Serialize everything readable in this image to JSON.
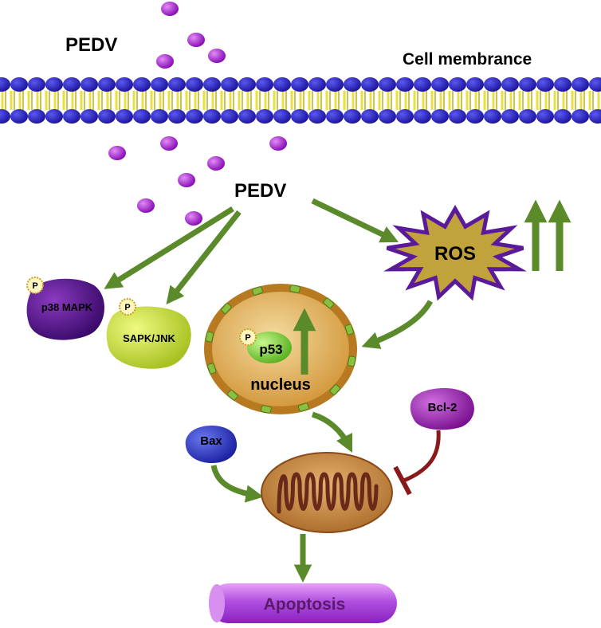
{
  "labels": {
    "pedv_top": "PEDV",
    "cell_membrane": "Cell membrance",
    "pedv_center": "PEDV",
    "ros": "ROS",
    "p38": "p38 MAPK",
    "sapk": "SAPK/JNK",
    "p53": "p53",
    "nucleus": "nucleus",
    "bcl2": "Bcl-2",
    "bax": "Bax",
    "apoptosis": "Apoptosis",
    "phospho": "P"
  },
  "colors": {
    "arrow": "#5a8a2a",
    "virus": "#a020c8",
    "membrane_head": "#2a22c8",
    "membrane_tail": "#f2ee50",
    "ros_fill": "#c2a23a",
    "ros_stroke": "#5a1a9a",
    "nucleus_fill": "#d8a050",
    "nucleus_ring": "#b87a20",
    "mito_fill": "#c88a3a",
    "mito_inner": "#6a2a1a",
    "inhibit": "#8a1a1a",
    "apoptosis_fill": "#a040d0",
    "p38_fill": "#5a1a8a",
    "sapk_fill": "#c8e030",
    "bcl2_fill": "#9a20a8",
    "bax_fill": "#2a3ac8",
    "p53_fill": "#80d040"
  }
}
